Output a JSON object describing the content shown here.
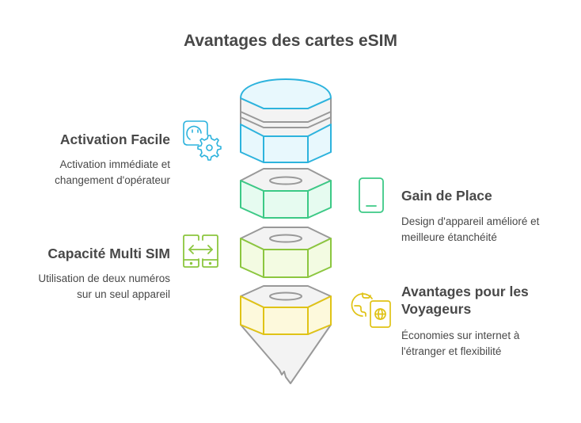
{
  "title": "Avantages des cartes eSIM",
  "items": [
    {
      "heading": "Activation Facile",
      "description_line1": "Activation immédiate et",
      "description_line2": "changement d'opérateur",
      "icon": "plug-gear-icon",
      "color": "#2db3dd",
      "side": "left"
    },
    {
      "heading": "Gain de Place",
      "description_line1": "Design d'appareil amélioré et",
      "description_line2": "meilleure étanchéité",
      "icon": "smartphone-icon",
      "color": "#3cc986",
      "side": "right"
    },
    {
      "heading": "Capacité Multi SIM",
      "description_line1": "Utilisation de deux numéros",
      "description_line2": "sur un seul appareil",
      "icon": "dual-phone-swap-icon",
      "color": "#8cc63f",
      "side": "left"
    },
    {
      "heading_line1": "Avantages pour les",
      "heading_line2": "Voyageurs",
      "description_line1": "Économies sur internet à",
      "description_line2": "l'étranger et flexibilité",
      "icon": "globe-passport-icon",
      "color": "#e0c316",
      "side": "right"
    }
  ],
  "colors": {
    "blue": "#2db3dd",
    "blue_fill": "#e8f8fd",
    "green": "#3cc986",
    "green_fill": "#e6fbf0",
    "lime": "#8cc63f",
    "lime_fill": "#f3fbe2",
    "yellow": "#e0c316",
    "yellow_fill": "#fdf9dc",
    "gray": "#999999",
    "gray_fill": "#f3f3f3"
  }
}
